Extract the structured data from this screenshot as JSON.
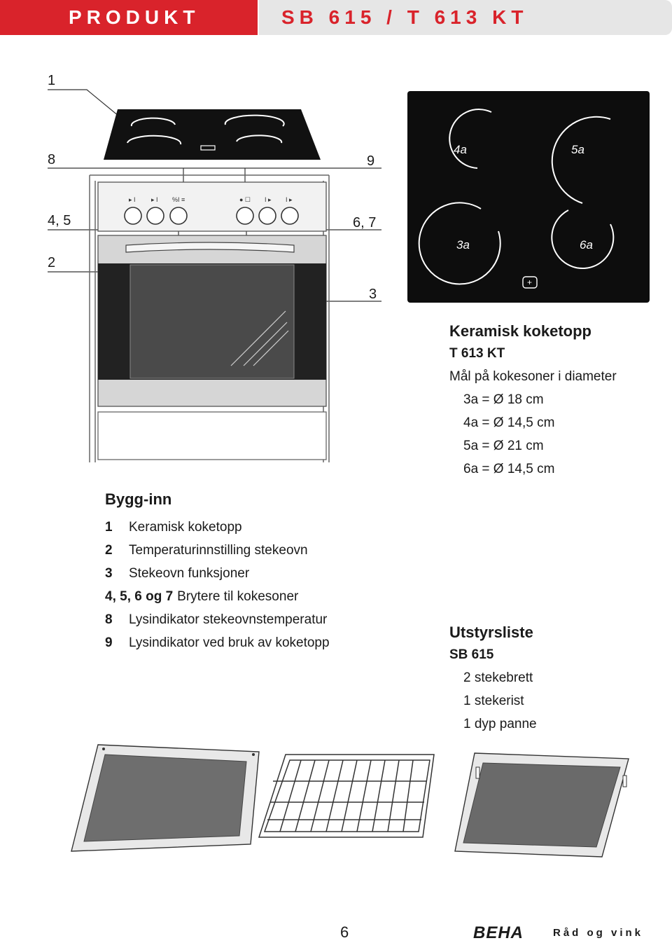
{
  "header": {
    "section": "PRODUKT",
    "model": "SB 615 / T 613 KT"
  },
  "callouts": {
    "c1": "1",
    "c8": "8",
    "c9": "9",
    "c45": "4, 5",
    "c67": "6, 7",
    "c2": "2",
    "c3": "3"
  },
  "hob_zones": {
    "z4a": "4a",
    "z5a": "5a",
    "z3a": "3a",
    "z6a": "6a"
  },
  "ceramic": {
    "title": "Keramisk koketopp",
    "model": "T 613 KT",
    "subtitle": "Mål på kokesoner i diameter",
    "items": [
      "3a = Ø 18 cm",
      "4a = Ø 14,5 cm",
      "5a = Ø 21 cm",
      "6a = Ø 14,5 cm"
    ]
  },
  "builtin": {
    "title": "Bygg-inn",
    "items": [
      {
        "num": "1",
        "text": "Keramisk koketopp"
      },
      {
        "num": "2",
        "text": "Temperaturinnstilling stekeovn"
      },
      {
        "num": "3",
        "text": "Stekeovn funksjoner"
      },
      {
        "num": "4, 5, 6 og 7",
        "text": "Brytere til kokesoner"
      },
      {
        "num": "8",
        "text": "Lysindikator stekeovnstemperatur"
      },
      {
        "num": "9",
        "text": "Lysindikator ved bruk av koketopp"
      }
    ]
  },
  "equipment": {
    "title": "Utstyrsliste",
    "model": "SB 615",
    "items": [
      "2 stekebrett",
      "1 stekerist",
      "1 dyp panne"
    ]
  },
  "footer": {
    "page": "6",
    "brand": "BEHA",
    "tagline": "Råd og vink"
  }
}
